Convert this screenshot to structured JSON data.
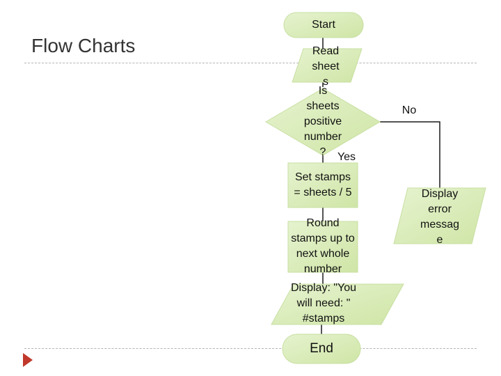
{
  "title": "Flow Charts",
  "flowchart": {
    "start": "Start",
    "read": "Read\nsheet\ns",
    "decision": "Is\nsheets\npositive\nnumber\n?",
    "yes": "Yes",
    "no": "No",
    "set_stamps": "Set stamps\n= sheets / 5",
    "round": "Round\nstamps up to\nnext whole\nnumber",
    "display": "Display: \"You\nwill need: \"\n#stamps",
    "end": "End",
    "error": "Display\nerror\nmessag\ne"
  },
  "colors": {
    "shape_fill": "#d9ecb8",
    "shape_stroke": "#c7dfa1",
    "connector": "#1a1a1a",
    "accent_arrow": "#c0392b"
  }
}
